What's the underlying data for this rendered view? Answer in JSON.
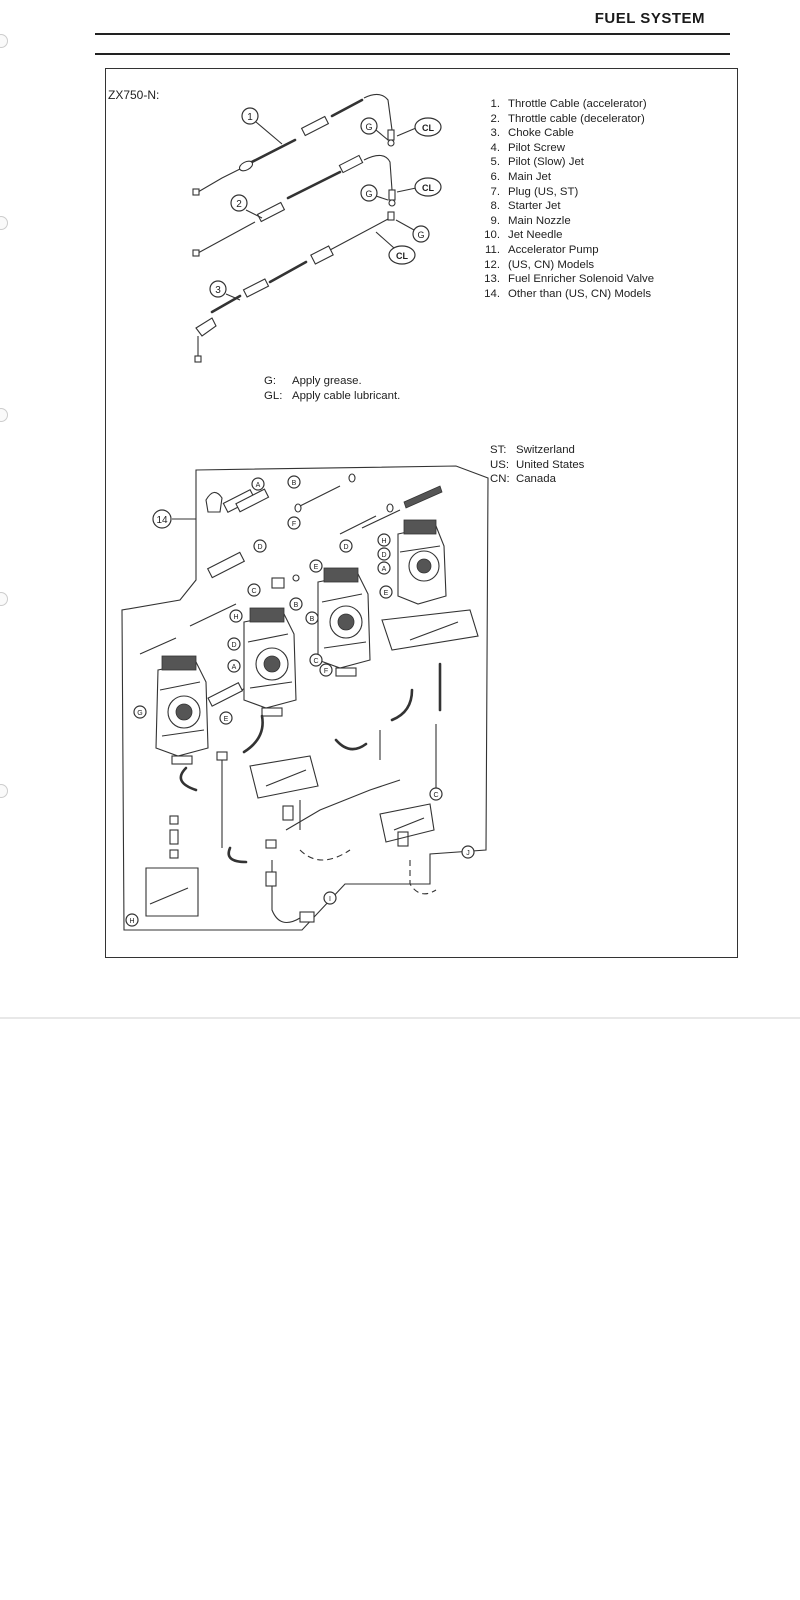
{
  "header": {
    "section_title": "FUEL SYSTEM"
  },
  "diagram": {
    "model_label": "ZX750-N:",
    "callouts": {
      "c1": "1",
      "c2": "2",
      "c3": "3",
      "c14": "14",
      "g": "G",
      "cl": "CL",
      "a": "A",
      "b": "B",
      "c": "C",
      "d": "D",
      "e": "E",
      "f": "F",
      "h": "H",
      "i": "I",
      "j": "J"
    }
  },
  "parts_list": [
    {
      "num": "1.",
      "label": "Throttle Cable (accelerator)"
    },
    {
      "num": "2.",
      "label": "Throttle cable (decelerator)"
    },
    {
      "num": "3.",
      "label": "Choke Cable"
    },
    {
      "num": "4.",
      "label": "Pilot Screw"
    },
    {
      "num": "5.",
      "label": "Pilot (Slow) Jet"
    },
    {
      "num": "6.",
      "label": "Main Jet"
    },
    {
      "num": "7.",
      "label": "Plug (US, ST)"
    },
    {
      "num": "8.",
      "label": "Starter Jet"
    },
    {
      "num": "9.",
      "label": "Main Nozzle"
    },
    {
      "num": "10.",
      "label": "Jet Needle"
    },
    {
      "num": "11.",
      "label": "Accelerator Pump"
    },
    {
      "num": "12.",
      "label": "(US, CN) Models"
    },
    {
      "num": "13.",
      "label": "Fuel Enricher Solenoid Valve"
    },
    {
      "num": "14.",
      "label": "Other than (US, CN) Models"
    }
  ],
  "notes": [
    {
      "key": "G:",
      "text": "Apply grease."
    },
    {
      "key": "GL:",
      "text": "Apply cable lubricant."
    }
  ],
  "region_key": [
    {
      "key": "ST:",
      "text": "Switzerland"
    },
    {
      "key": "US:",
      "text": "United States"
    },
    {
      "key": "CN:",
      "text": "Canada"
    }
  ]
}
